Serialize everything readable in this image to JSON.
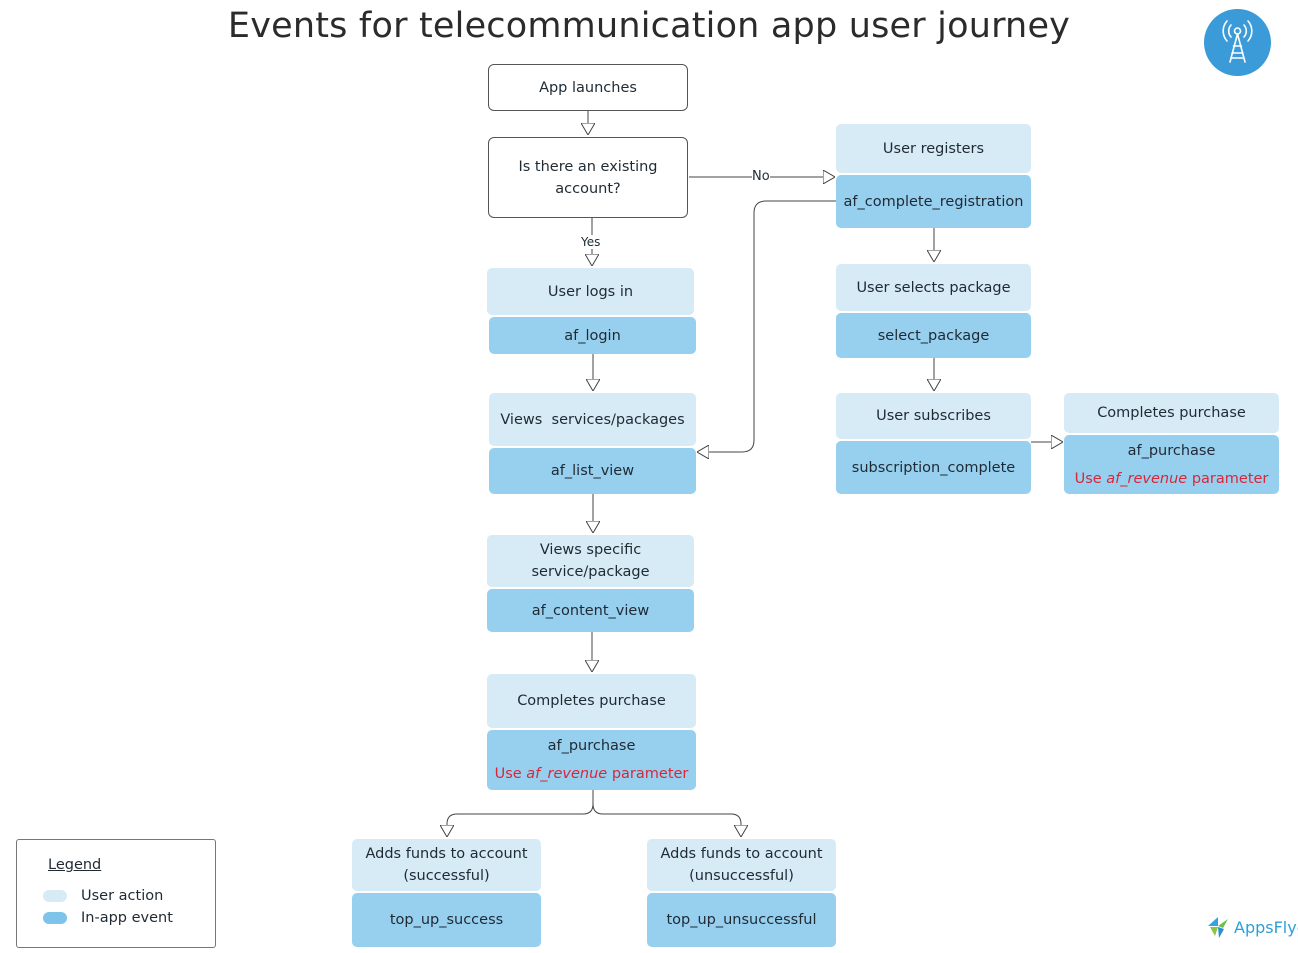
{
  "title": "Events for telecommunication app user journey",
  "nodes": {
    "app_launches": "App launches",
    "existing_account": "Is there an existing account?",
    "user_logs_in": "User logs in",
    "af_login": "af_login",
    "views_services": "Views  services/packages",
    "af_list_view": "af_list_view",
    "views_specific": "Views specific service/package",
    "af_content_view": "af_content_view",
    "completes_purchase_left": "Completes purchase",
    "af_purchase_left": "af_purchase",
    "adds_funds_success": "Adds funds to account (successful)",
    "top_up_success": "top_up_success",
    "adds_funds_fail": "Adds funds to account (unsuccessful)",
    "top_up_unsuccessful": "top_up_unsuccessful",
    "user_registers": "User registers",
    "af_complete_registration": "af_complete_registration",
    "user_selects_package": "User selects package",
    "select_package": "select_package",
    "user_subscribes": "User subscribes",
    "subscription_complete": "subscription_complete",
    "completes_purchase_right": "Completes purchase",
    "af_purchase_right": "af_purchase"
  },
  "revenue_note": {
    "prefix": "Use ",
    "param": "af_revenue",
    "suffix": " parameter"
  },
  "edge_labels": {
    "no": "No",
    "yes": "Yes"
  },
  "legend": {
    "title": "Legend",
    "user_action": "User action",
    "in_app_event": "In-app event"
  },
  "brand": "AppsFlyer",
  "colors": {
    "user_action": "#d6ebf6",
    "in_app_event": "#97cfef",
    "revenue_text": "#d6283a",
    "badge": "#3a9bd8"
  },
  "icons": {
    "badge": "cell-tower-icon",
    "brand": "appsflyer-logo-icon"
  }
}
